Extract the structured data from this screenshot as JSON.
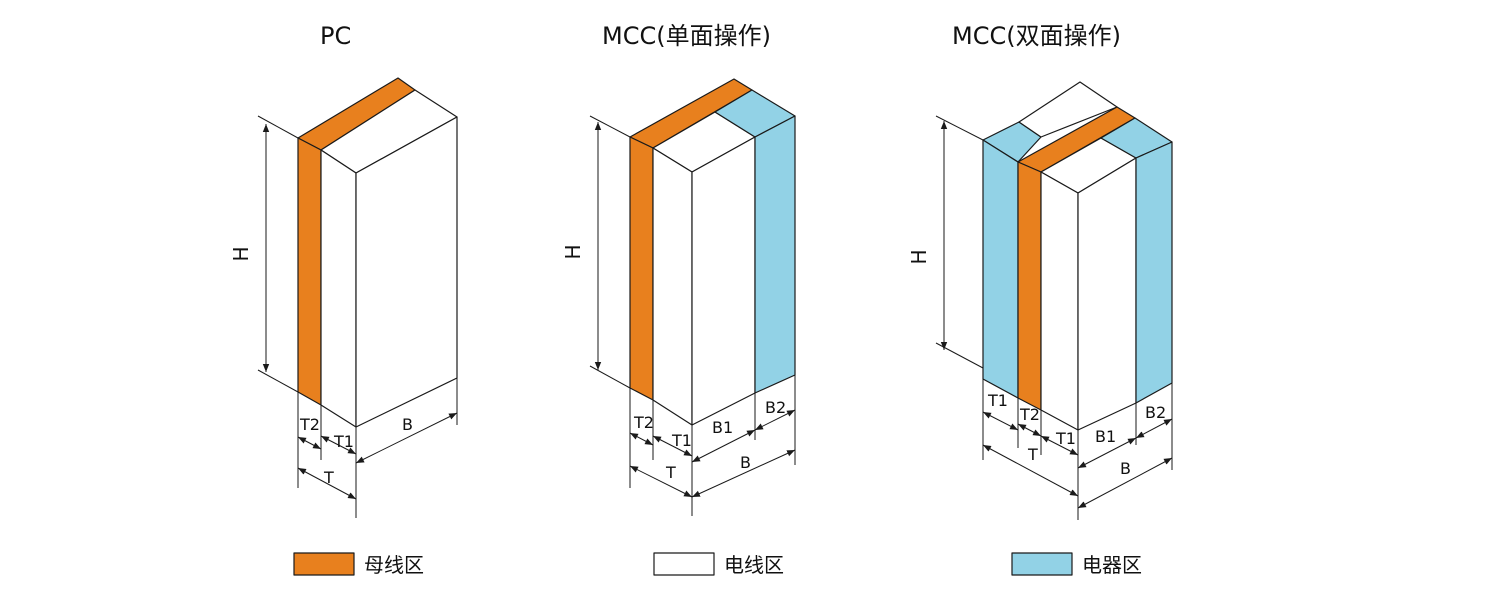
{
  "colors": {
    "busbar": "#E8801E",
    "cable": "#FFFFFF",
    "equipment": "#92D2E6",
    "line": "#1A1A1A"
  },
  "diagrams": [
    {
      "id": "pc",
      "title": "PC",
      "labels": {
        "H": "H",
        "T2": "T2",
        "T1": "T1",
        "T": "T",
        "B": "B"
      }
    },
    {
      "id": "mcc-single",
      "title": "MCC(单面操作)",
      "labels": {
        "H": "H",
        "T2": "T2",
        "T1": "T1",
        "T": "T",
        "B1": "B1",
        "B2": "B2",
        "B": "B"
      }
    },
    {
      "id": "mcc-double",
      "title": "MCC(双面操作)",
      "labels": {
        "H": "H",
        "T1a": "T1",
        "T2": "T2",
        "T1b": "T1",
        "T": "T",
        "B1": "B1",
        "B2": "B2",
        "B": "B"
      }
    }
  ],
  "legend": [
    {
      "swatch": "busbar",
      "label": "母线区"
    },
    {
      "swatch": "cable",
      "label": "电线区"
    },
    {
      "swatch": "equipment",
      "label": "电器区"
    }
  ]
}
